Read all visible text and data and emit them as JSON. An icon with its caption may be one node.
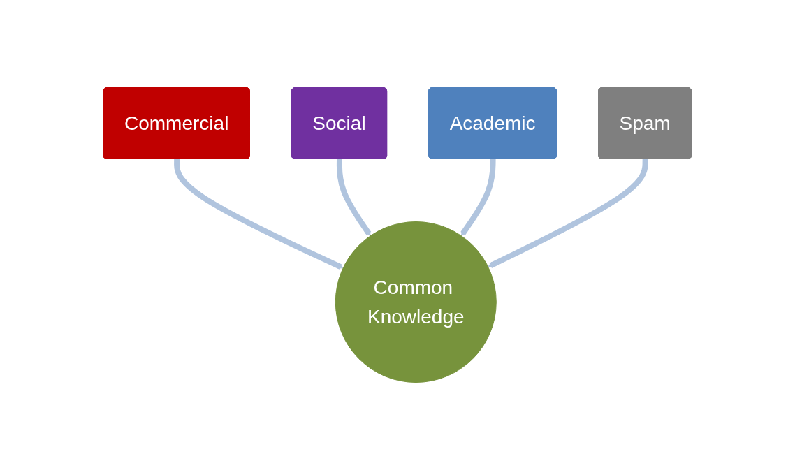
{
  "diagram": {
    "nodes": [
      {
        "text": [
          "Commercial"
        ]
      },
      {
        "text": [
          "Social"
        ]
      },
      {
        "text": [
          "Academic"
        ]
      },
      {
        "text": [
          "Spam"
        ]
      },
      {
        "text": [
          "Common Knowledge"
        ]
      }
    ],
    "edges": [
      {
        "from": 0,
        "to": 4,
        "arrow": "to"
      },
      {
        "from": 1,
        "to": 4,
        "arrow": "to"
      },
      {
        "from": 2,
        "to": 4,
        "arrow": "to"
      },
      {
        "from": 3,
        "to": 4,
        "arrow": "to"
      }
    ]
  }
}
